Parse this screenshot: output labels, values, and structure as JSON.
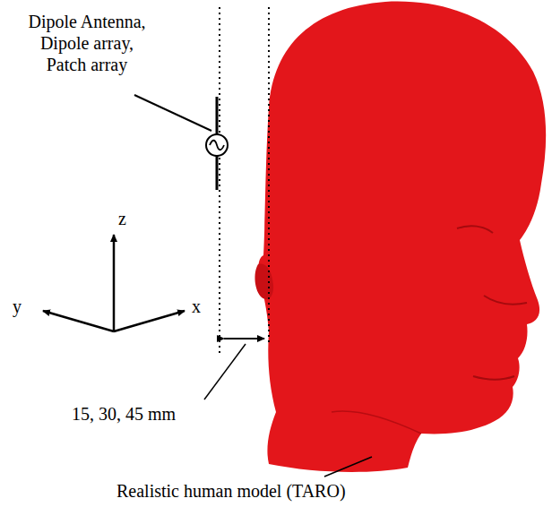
{
  "diagram": {
    "labels": [
      "Dipole Antenna, Dipole array, Patch array",
      "z",
      "y",
      "x",
      "15, 30, 45 mm",
      "Realistic human model (TARO)"
    ]
  }
}
